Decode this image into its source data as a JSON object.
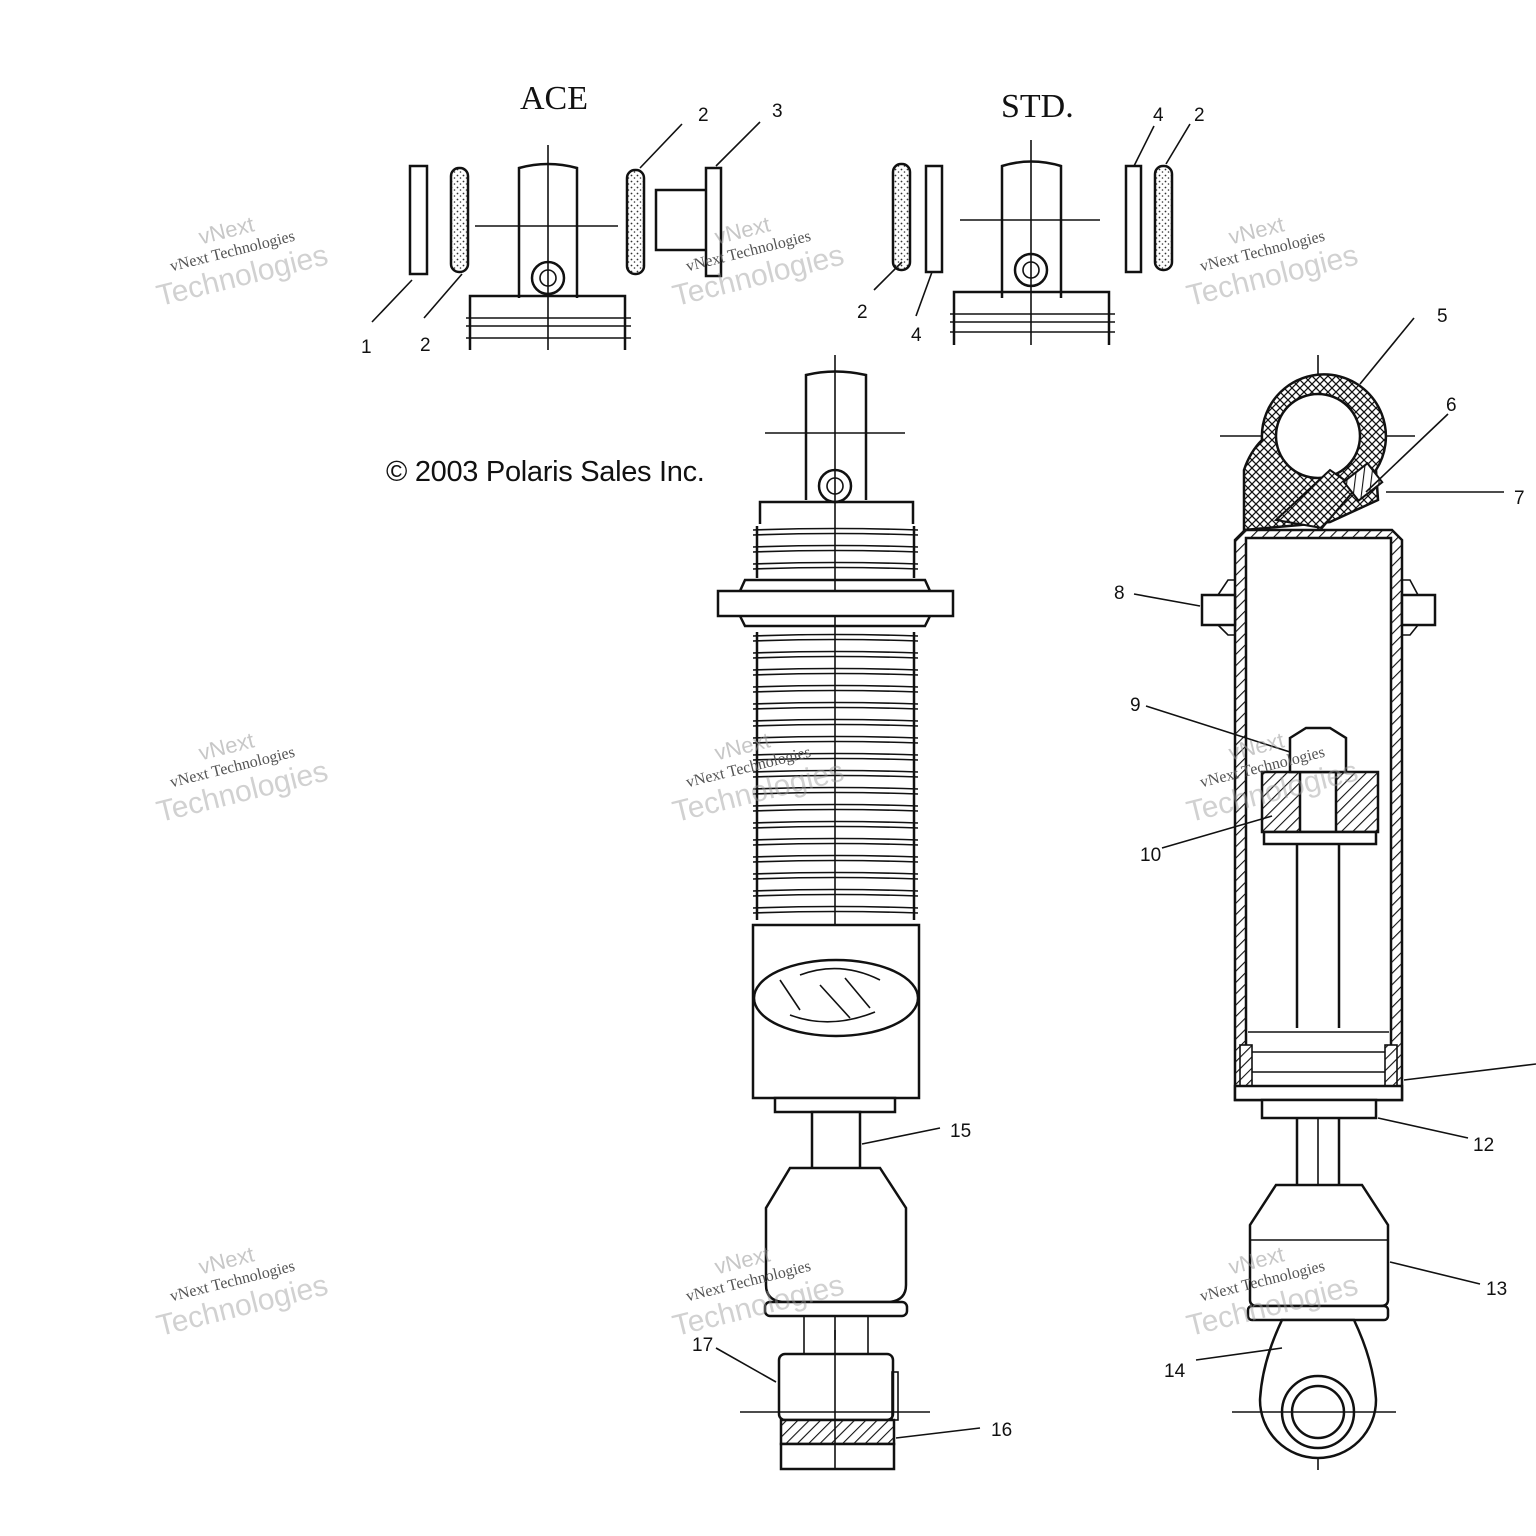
{
  "headings": {
    "ace": "ACE",
    "std": "STD."
  },
  "copyright": "© 2003 Polaris Sales Inc.",
  "watermark": {
    "line1": "vNext",
    "line2": "vNext Technologies",
    "line3": "Technologies"
  },
  "callouts": {
    "ace_1": "1",
    "ace_2a": "2",
    "ace_2b": "2",
    "ace_3": "3",
    "std_4a": "4",
    "std_2a": "2",
    "std_2b": "2",
    "std_4b": "4",
    "p5": "5",
    "p6": "6",
    "p7": "7",
    "p8": "8",
    "p9": "9",
    "p10": "10",
    "p12": "12",
    "p13": "13",
    "p14": "14",
    "p15": "15",
    "p16": "16",
    "p17": "17"
  },
  "colors": {
    "ink": "#111111",
    "watermark": "#9a9a9a"
  }
}
